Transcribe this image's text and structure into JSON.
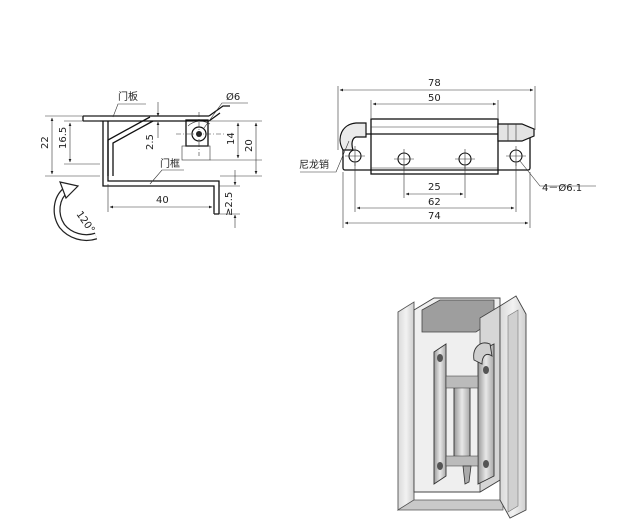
{
  "side_view": {
    "label_door_panel": "门板",
    "label_door_frame": "门框",
    "dim_hole_dia": "Ø6",
    "dim_22": "22",
    "dim_16_5": "16.5",
    "dim_2_5": "2.5",
    "dim_14": "14",
    "dim_20": "20",
    "dim_40": "40",
    "dim_ge_2_5": "≥2.5",
    "dim_angle": "120°"
  },
  "top_view": {
    "dim_78": "78",
    "dim_50": "50",
    "dim_25": "25",
    "dim_62": "62",
    "dim_74": "74",
    "label_nylon_pin": "尼龙销",
    "dim_holes": "4－Ø6.1"
  },
  "colors": {
    "line": "#222222",
    "metal_light": "#e6e6e6",
    "metal_mid": "#bdbdbd",
    "metal_dark": "#8a8a8a"
  }
}
